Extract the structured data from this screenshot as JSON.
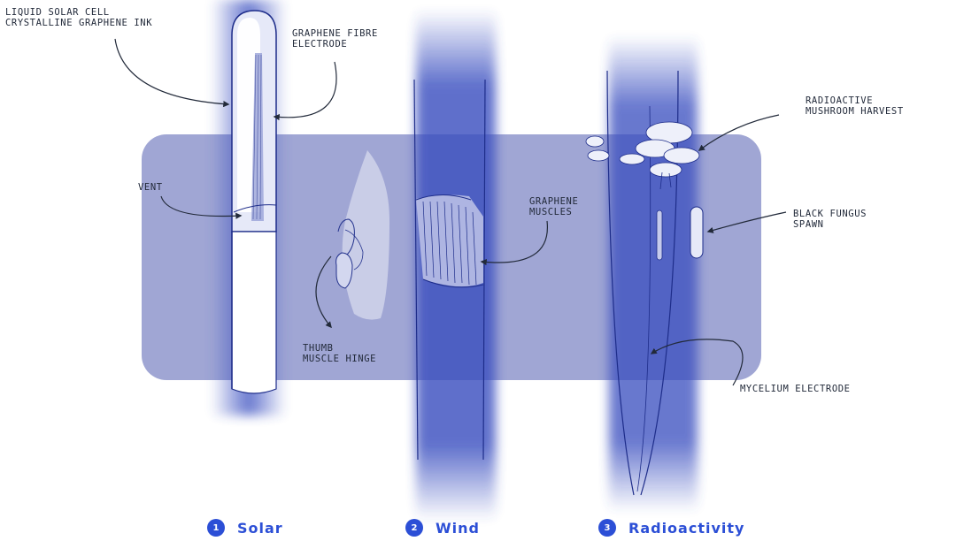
{
  "colors": {
    "accent": "#2c4fd6",
    "panel": "#8f96cc",
    "ink": "#222a3a",
    "glow": "#3a4fc0"
  },
  "labels": {
    "liquid_solar": "LIQUID SOLAR CELL\nCRYSTALLINE GRAPHENE INK",
    "graphene_fibre": "GRAPHENE FIBRE\nELECTRODE",
    "vent": "VENT",
    "thumb_hinge": "THUMB\nMUSCLE HINGE",
    "graphene_muscles": "GRAPHENE\nMUSCLES",
    "mushroom_harvest": "RADIOACTIVE\nMUSHROOM HARVEST",
    "black_fungus": "BLACK FUNGUS\nSPAWN",
    "mycelium": "MYCELIUM ELECTRODE"
  },
  "captions": [
    {
      "number": "1",
      "label": "Solar"
    },
    {
      "number": "2",
      "label": "Wind"
    },
    {
      "number": "3",
      "label": "Radioactivity"
    }
  ]
}
